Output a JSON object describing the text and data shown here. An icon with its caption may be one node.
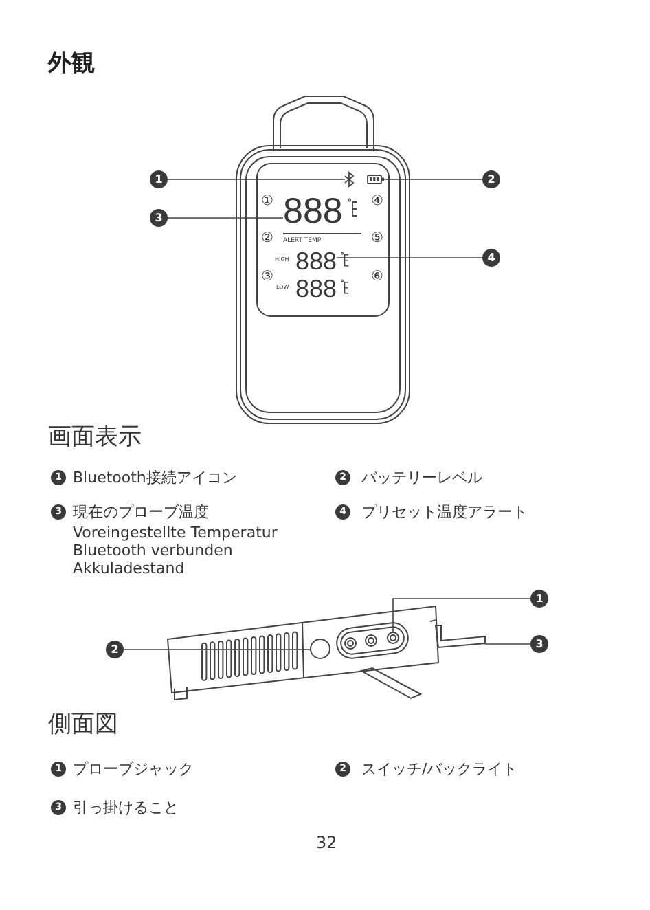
{
  "diagram": {
    "title": "外観",
    "nodes": [
      {
        "text": [
          "1"
        ]
      },
      {
        "text": [
          "2"
        ]
      },
      {
        "text": [
          "3"
        ]
      },
      {
        "text": [
          "4"
        ]
      },
      {
        "text": [],
        "shape": "picture"
      },
      {
        "text": [],
        "shape": "picture"
      },
      {
        "text": [
          "888"
        ]
      },
      {
        "text": [
          "888"
        ]
      },
      {
        "text": [
          "1"
        ]
      },
      {
        "text": [
          "2"
        ]
      },
      {
        "text": [
          "3"
        ]
      },
      {
        "text": [],
        "shape": "circle"
      },
      {
        "text": [],
        "shape": "circle"
      },
      {
        "text": [],
        "shape": "picture"
      }
    ],
    "edges": [
      {
        "from": 0,
        "to": 4,
        "arrow": "none"
      },
      {
        "from": 1,
        "to": 5,
        "arrow": "none"
      },
      {
        "from": 2,
        "to": 6,
        "arrow": "none"
      },
      {
        "from": 3,
        "to": 7,
        "arrow": "none"
      },
      {
        "from": 8,
        "to": 11,
        "arrow": "none"
      },
      {
        "from": 9,
        "to": 12,
        "arrow": "none"
      },
      {
        "from": 10,
        "to": 13,
        "arrow": "none"
      }
    ],
    "labels": [
      "①",
      "④",
      "②",
      "ALERT TEMP",
      "⑤",
      "HIGH",
      "③",
      "LOW",
      "888",
      "⑥",
      "画面表示",
      "1",
      "Bluetooth接続アイコン",
      "2",
      "バッテリーレベル",
      "3",
      "現在のプローブ温度",
      "4",
      "プリセット温度アラート",
      "Voreingestellte Temperatur",
      "Bluetooth verbunden",
      "Akkuladestand",
      "側面図",
      "1",
      "プローブジャック",
      "2",
      "スイッチ/バックライト",
      "3",
      "引っ掛けること",
      "32"
    ]
  }
}
